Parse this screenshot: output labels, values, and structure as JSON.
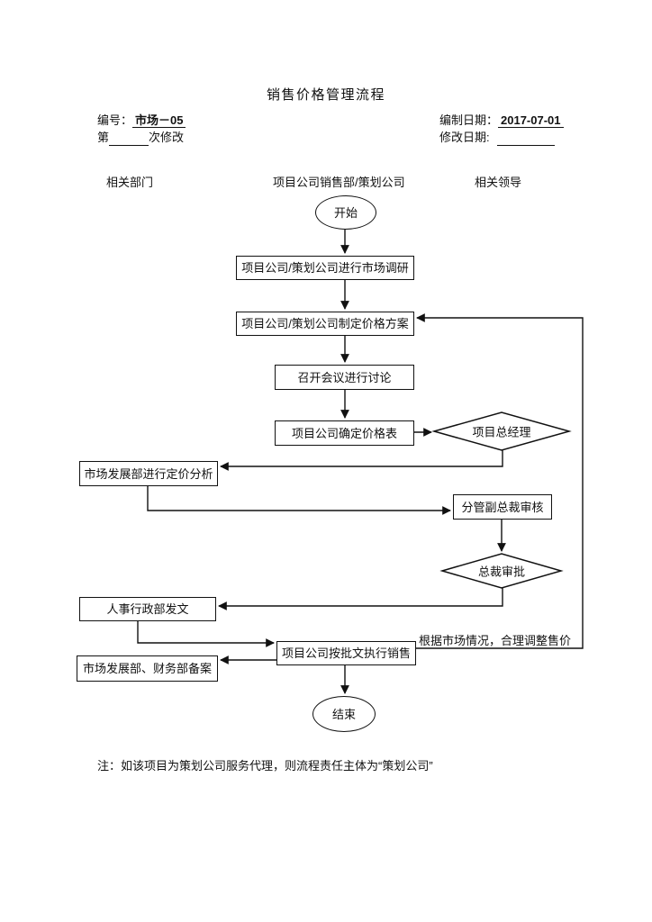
{
  "title": "销售价格管理流程",
  "meta": {
    "doc_no_label": "编号：",
    "doc_no_value": "市场－05",
    "revision_prefix": "第",
    "revision_suffix": "次修改",
    "created_label": "编制日期：",
    "created_value": "2017-07-01",
    "modified_label": "修改日期:"
  },
  "columns": {
    "left": "相关部门",
    "center": "项目公司销售部/策划公司",
    "right": "相关领导"
  },
  "flowchart": {
    "start_label": "开始",
    "end_label": "结束",
    "steps": {
      "market_research": "项目公司/策划公司进行市场调研",
      "price_plan": "项目公司/策划公司制定价格方案",
      "meeting": "召开会议进行讨论",
      "price_table": "项目公司确定价格表",
      "pricing_analysis": "市场发展部进行定价分析",
      "vp_review": "分管副总裁审核",
      "hr_issue": "人事行政部发文",
      "execute_sales": "项目公司按批文执行销售",
      "filing": "市场发展部、财务部备案"
    },
    "decisions": {
      "project_gm": "项目总经理",
      "president_approval": "总裁审批"
    },
    "feedback_label": "根据市场情况，合理调整售价"
  },
  "note": "注：如该项目为策划公司服务代理，则流程责任主体为“策划公司”"
}
